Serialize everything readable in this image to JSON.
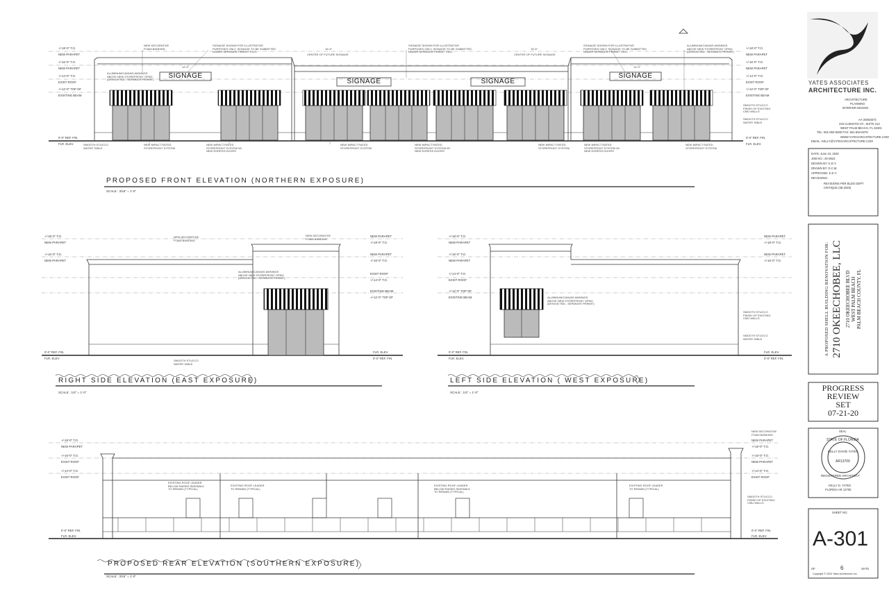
{
  "firm": {
    "name1": "YATES ASSOCIATES",
    "name2": "ARCHITECTURE INC.",
    "services": [
      "ARCHITECTURE",
      "PLANNING",
      "INTERIOR DESIGN"
    ],
    "license": "AA-26003673",
    "address": "319 CLEMATIS ST., SUITE 212",
    "city": "WEST PALM BEACH, FL 33401",
    "phone": "TEL: 561-653-8280  FAX: 561-653-8278",
    "web": "WWW.YATESARCHITECTURE.COM",
    "email": "EMAIL: KELLY@YATESARCHITECTURE.COM"
  },
  "info": {
    "date": "DATE:    June 10, 2020",
    "job": "JOB NO.:   20-0623",
    "design": "DESIGN BY:   K.D.Y.",
    "drawn": "DRAWN BY:   D.C.M.",
    "approved": "APPROVED:   K.D.Y.",
    "revisions": "REVISIONS:",
    "rev1a": "REVISIONS PER BLDG DEPT",
    "rev1b": "CRITIQUE (08-2020)"
  },
  "project": {
    "lead": "A PROPOSED SHELL BUILDING RENOVATION FOR:",
    "name": "2710 OKEECHOBEE, LLC",
    "addr1": "2710 OKEECHOBEE BLVD",
    "addr2": "WEST PALM BEACH",
    "addr3": "PALM BEACH COUNTY, FL"
  },
  "progress": {
    "l1": "PROGRESS",
    "l2": "REVIEW",
    "l3": "SET",
    "l4": "07-21-20"
  },
  "seal": {
    "label": "SEAL",
    "ring1": "STATE OF FLORIDA",
    "ring2": "REGISTERED ARCHITECT",
    "center_top": "KELLY DAVID YATES",
    "center_num": "AR13706",
    "name": "KELLY D. YATES",
    "lic": "FLORIDA  AR 13706"
  },
  "sheet": {
    "label": "SHEET NO.",
    "number": "A-301",
    "of": "OF",
    "total": "6",
    "sheets": "SHTS",
    "copyright": "Copyright © 2020 Yates Architecture Inc."
  },
  "views": {
    "front": {
      "title": "PROPOSED FRONT ELEVATION (NORTHERN EXPOSURE)",
      "scale": "SCALE : 3/16\" = 1'-0\""
    },
    "right": {
      "title": "RIGHT SIDE ELEVATION (EAST EXPOSURE)",
      "scale": "SCALE : 1/4\" = 1'-0\""
    },
    "left": {
      "title": "LEFT SIDE ELEVATION ( WEST EXPOSURE)",
      "scale": "SCALE : 1/4\" = 1'-0\""
    },
    "rear": {
      "title": "PROPOSED REAR ELEVATION (SOUTHERN EXPOSURE)",
      "scale": "SCALE : 3/16\" = 1'-0\""
    }
  },
  "signage": "SIGNAGE",
  "levels": {
    "parapet18": "+/-18'-0\" T.O.",
    "new_parapet": "NEW PARAPET",
    "parapet16": "+/-16'-0\" T.O.",
    "roof14": "+/-14'-0\" T.O.",
    "exist_roof": "EXIST ROOF",
    "beam12": "+/-12'-0\" TOP OF",
    "exist_beam": "EXISTING BEAM",
    "ref": "0'-0\" REF. FIN.",
    "flr": "FLR. ELEV."
  },
  "notes": {
    "foam": "NEW DECORATIVE\nFOAM BANDING",
    "signage_note": "SIGNAGE SHOWN FOR ILLUSTRATIVE\nPURPOSES ONLY. SIGNAGE TO BE SUBMITTED\nUNDER SEPARATE PERMIT T.B.D.",
    "awning": "ALUMINUM/CANVAS AWNINGS\nABOVE NEW STOREFRONT OPNG.\n(DESIGN TBD - SEPARATE PERMIT)",
    "impact": "NEW IMPACT RATED\nSTOREFRONT SYSTEM",
    "impact_w": "NEW IMPACT RATED\nSTOREFRONT SYSTEM W/\nNEW EGRESS DOORS",
    "stucco_water": "SMOOTH STUCCO\nWATER TABLE",
    "stucco_finish": "SMOOTH STUCCO\nFINISH OF EXISTING\nCMU WALLS",
    "future_sig": "CENTER OF FUTURE SIGNAGE",
    "roof_leader": "EXISTING ROOF LEADER\nTO REMAIN (TYPICAL)",
    "roof_leader_below": "EXISTING ROOF LEADER\nBELOW RAISED SIDEWALK\nTO REMAIN (TYPICAL)",
    "dim_13": "13'-6\"",
    "dim_12": "12'-0\"",
    "dim_15": "15'-6\""
  }
}
